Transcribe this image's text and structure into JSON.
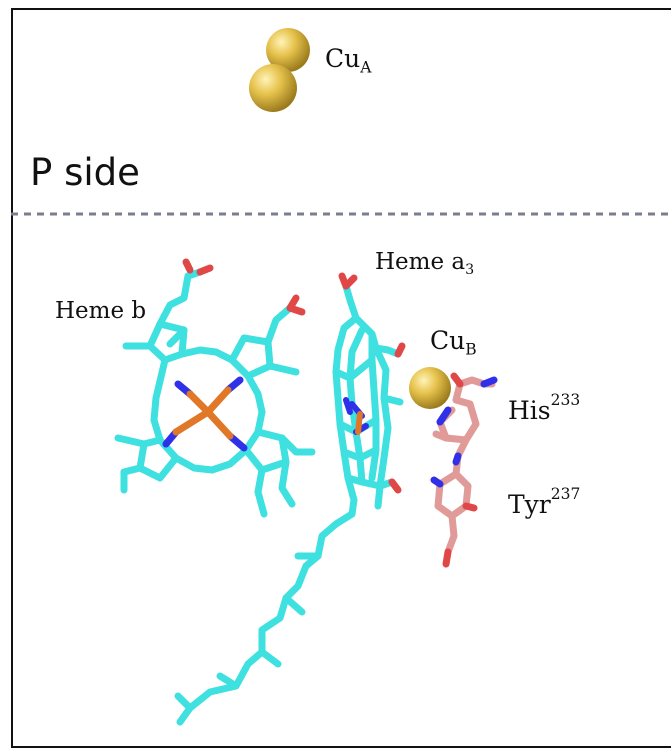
{
  "labels": {
    "p_side": "P side",
    "cu_a": "Cu",
    "cu_a_sub": "A",
    "heme_b": "Heme b",
    "heme_a3": "Heme a",
    "heme_a3_sub": "3",
    "cu_b": "Cu",
    "cu_b_sub": "B",
    "his": "His",
    "his_sup": "233",
    "tyr": "Tyr",
    "tyr_sup": "237"
  },
  "colors": {
    "carbon": "#3ee0e0",
    "nitrogen": "#3030e8",
    "oxygen": "#e04848",
    "iron": "#e07828",
    "residue": "#e09a98",
    "copper": "#e6c24c",
    "membrane_line": "#7b7e8c"
  }
}
